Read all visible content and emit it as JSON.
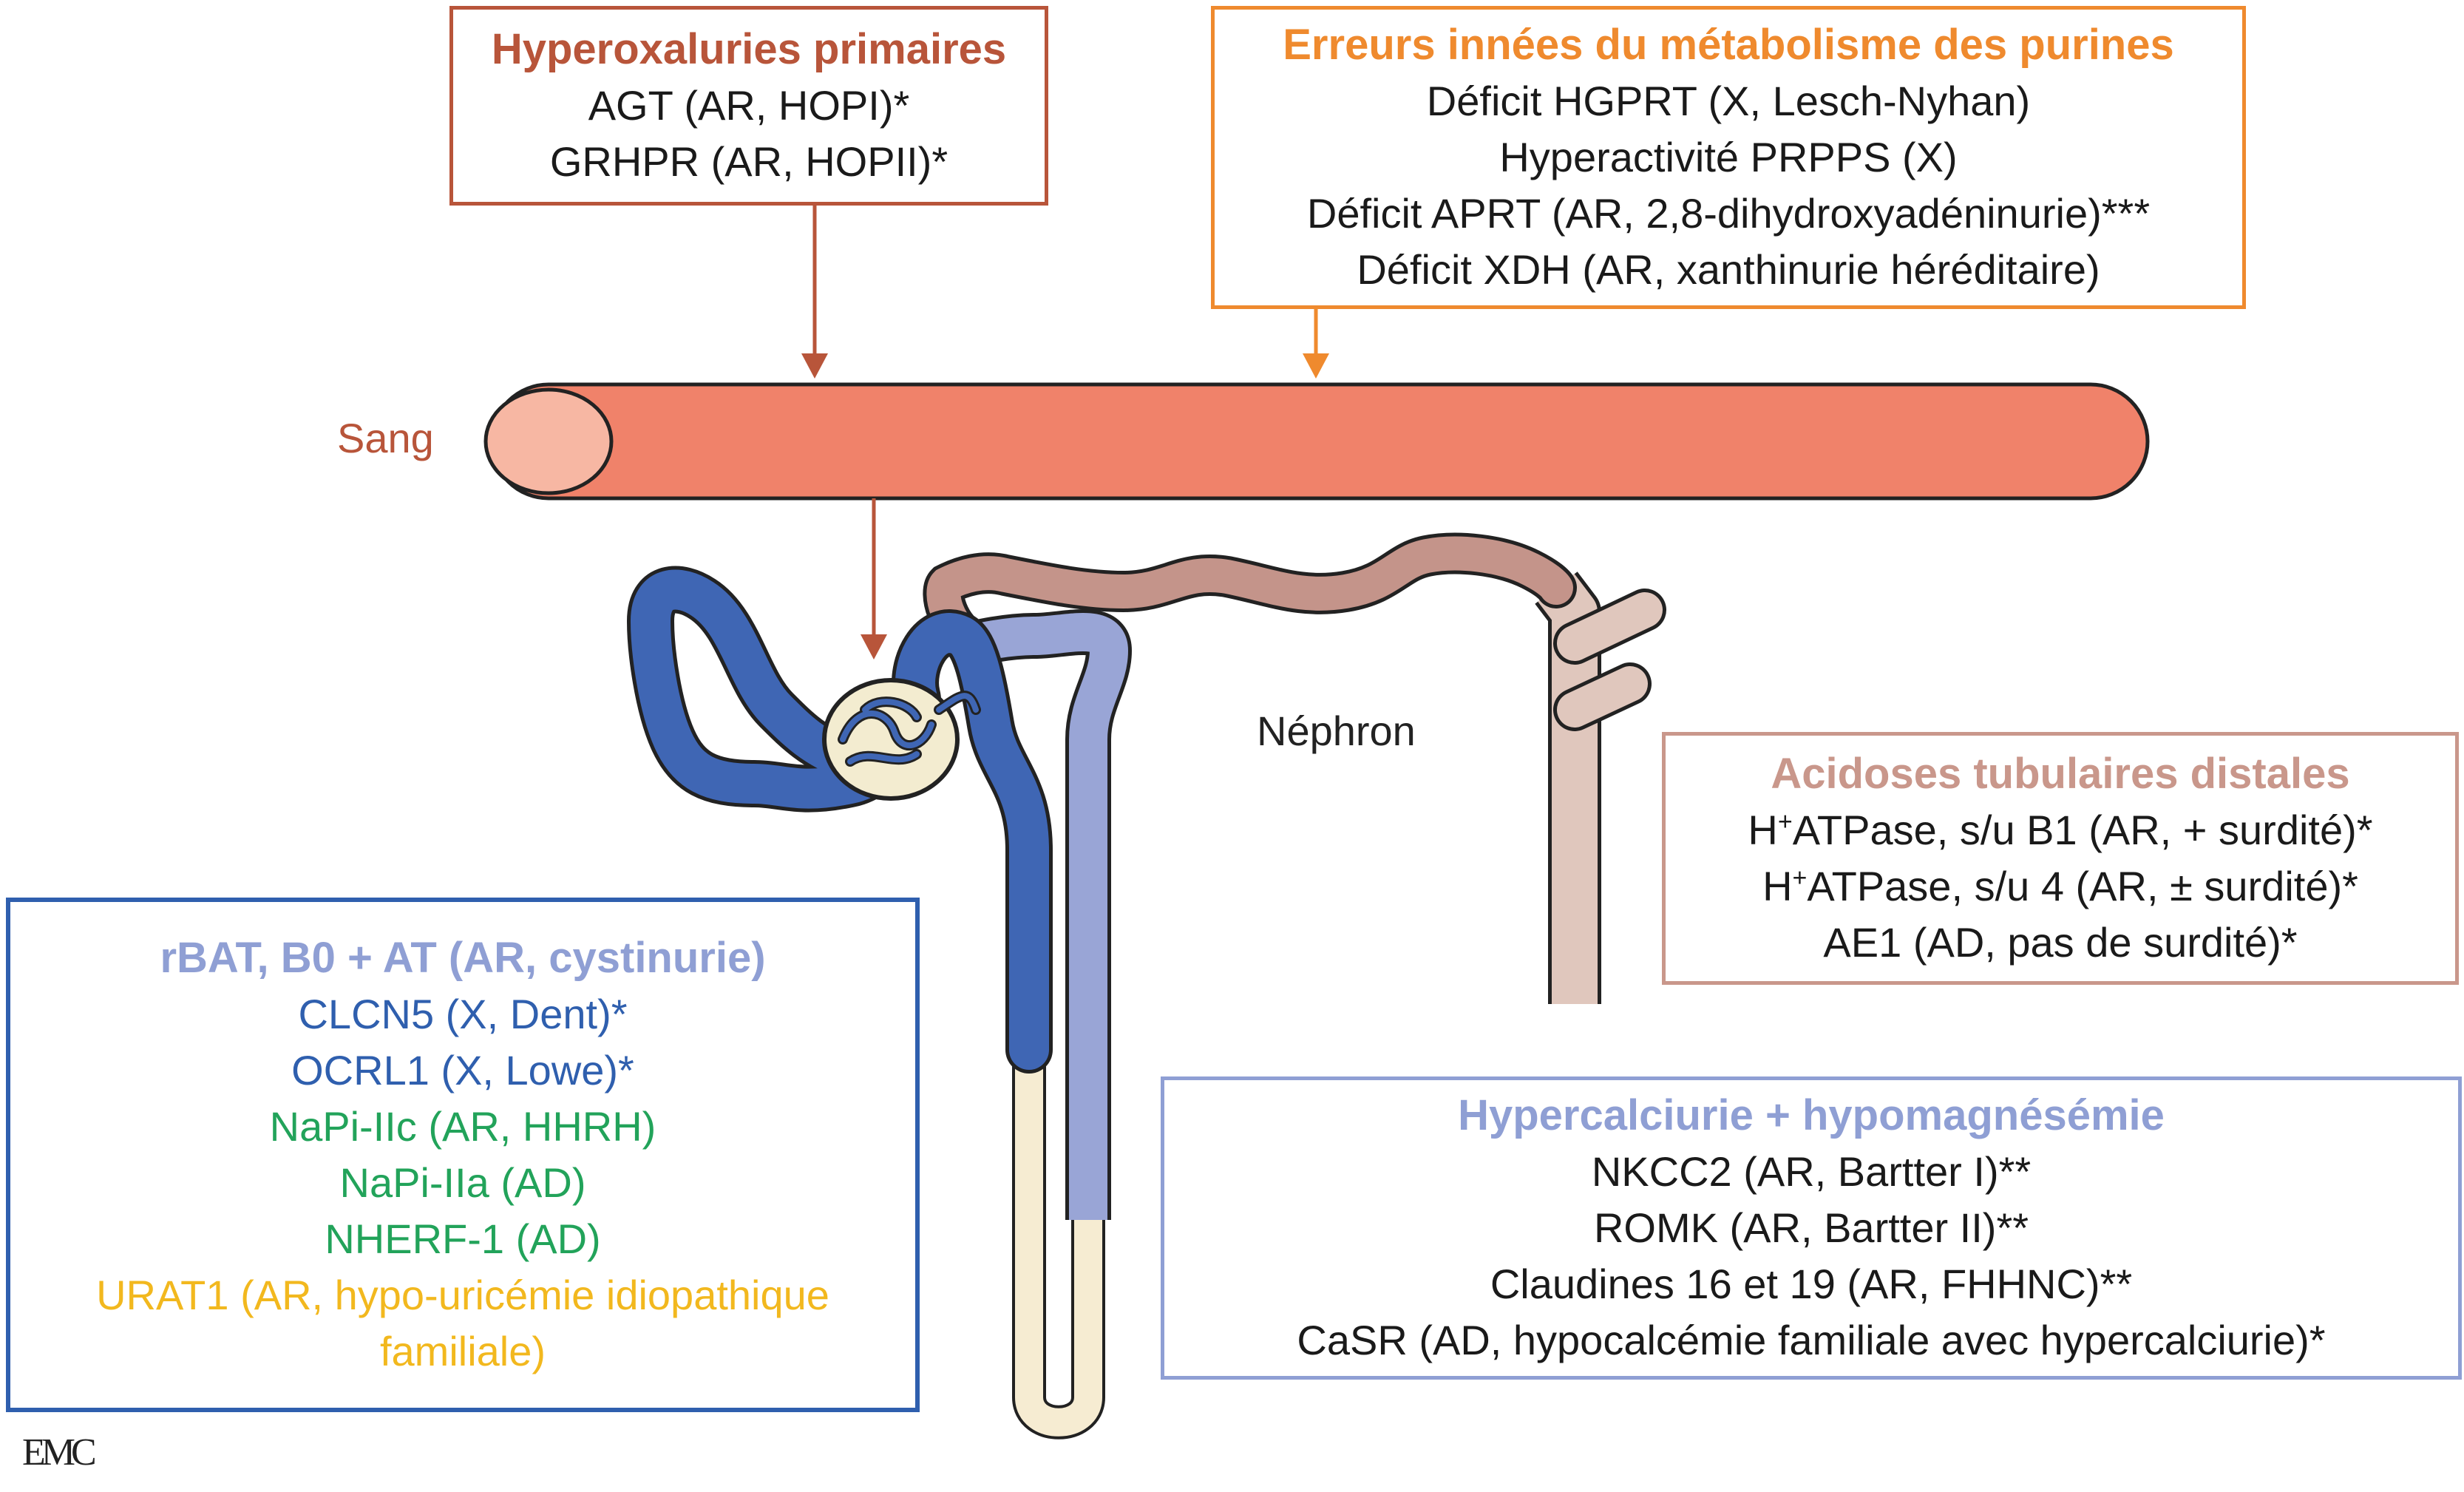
{
  "boxes": {
    "hyperoxaluries": {
      "title": "Hyperoxaluries primaires",
      "lines": [
        "AGT (AR, HOPI)*",
        "GRHPR (AR, HOPII)*"
      ]
    },
    "purines": {
      "title": "Erreurs innées du métabolisme des purines",
      "lines": [
        "Déficit HGPRT (X, Lesch-Nyhan)",
        "Hyperactivité PRPPS (X)",
        "Déficit APRT (AR, 2,8-dihydroxyadéninurie)***",
        "Déficit XDH (AR, xanthinurie héréditaire)"
      ]
    },
    "acidoses": {
      "title": "Acidoses tubulaires distales",
      "lines": [
        {
          "pre": "H",
          "sup": "+",
          "post": "ATPase, s/u B1 (AR, + surdité)*"
        },
        {
          "pre": "H",
          "sup": "+",
          "post": "ATPase, s/u 4 (AR, ± surdité)*"
        },
        "AE1 (AD, pas de surdité)*"
      ]
    },
    "hypercalciurie": {
      "title": "Hypercalciurie + hypomagnésémie",
      "lines": [
        "NKCC2 (AR, Bartter I)**",
        "ROMK (AR, Bartter II)**",
        "Claudines 16 et 19 (AR, FHHNC)**",
        "CaSR (AD, hypocalcémie familiale avec hypercalciurie)*"
      ]
    },
    "cystinurie": {
      "title": "rBAT, B0 + AT (AR, cystinurie)",
      "lines": [
        "CLCN5 (X, Dent)*",
        "OCRL1 (X, Lowe)*",
        "NaPi-IIc (AR, HHRH)",
        "NaPi-IIa (AD)",
        "NHERF-1 (AD)",
        "URAT1 (AR, hypo-uricémie idiopathique",
        "familiale)"
      ]
    }
  },
  "labels": {
    "sang": "Sang",
    "nephron": "Néphron",
    "logo": "EMC"
  },
  "colors": {
    "hyperoxaluries": "#b8553a",
    "purines": "#ef8a2e",
    "acidoses": "#c9978b",
    "hypercalciurie": "#8f9fd4",
    "cystinurie_border": "#2f5fae",
    "blood_vessel": "#f0826a",
    "blood_vessel_end": "#f7b7a3",
    "proximal_tubule": "#3f66b4",
    "distal_tubule": "#99a5d6",
    "thin_limb": "#f6ecd2",
    "collecting_duct": "#e0c7bd",
    "connecting_tubule": "#c4948a",
    "green_text": "#22a35a",
    "yellow_text": "#f2b81e"
  }
}
